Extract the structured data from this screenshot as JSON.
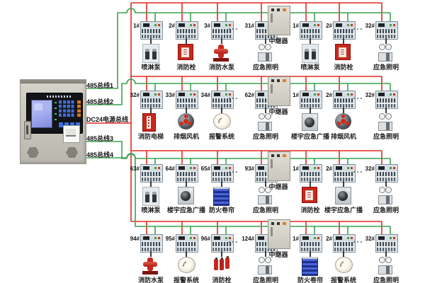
{
  "colors": {
    "wire_485": "#3aa24e",
    "wire_power": "#e02b1f"
  },
  "repeater_label": "中继器",
  "ellipsis": "- - -",
  "buses": [
    {
      "label": "485总线1"
    },
    {
      "label": "485总线2"
    },
    {
      "label": "DC24电源总线"
    },
    {
      "label": "485总线3"
    },
    {
      "label": "485总线4"
    }
  ],
  "rows": [
    {
      "left": {
        "modules": [
          {
            "id": "1#",
            "device": "喷淋泵",
            "icon": "spray-pump"
          },
          {
            "id": "2#",
            "device": "消防栓",
            "icon": "hydrant-cabinet"
          },
          {
            "id": "3#",
            "device": "消防水泵",
            "icon": "fire-hydrant"
          },
          {
            "id": "31#",
            "device": "应急照明",
            "icon": "emergency-light"
          }
        ]
      },
      "right": {
        "modules": [
          {
            "id": "1#",
            "device": "喷淋泵",
            "icon": "spray-pump"
          },
          {
            "id": "2#",
            "device": "消防栓",
            "icon": "hydrant-cabinet"
          },
          {
            "id": "32#",
            "device": "应急照明",
            "icon": "emergency-light"
          }
        ]
      }
    },
    {
      "left": {
        "modules": [
          {
            "id": "32#",
            "device": "消防电梯",
            "icon": "fire-elevator"
          },
          {
            "id": "33#",
            "device": "排烟风机",
            "icon": "exhaust-fan"
          },
          {
            "id": "34#",
            "device": "报警系统",
            "icon": "smoke-detector"
          },
          {
            "id": "62#",
            "device": "应急照明",
            "icon": "emergency-light"
          }
        ]
      },
      "right": {
        "modules": [
          {
            "id": "1#",
            "device": "楼宇应急广播",
            "icon": "broadcast-speaker"
          },
          {
            "id": "2#",
            "device": "排烟风机",
            "icon": "exhaust-fan"
          },
          {
            "id": "32#",
            "device": "应急照明",
            "icon": "emergency-light"
          }
        ]
      }
    },
    {
      "left": {
        "modules": [
          {
            "id": "63#",
            "device": "喷淋泵",
            "icon": "spray-pump"
          },
          {
            "id": "64#",
            "device": "楼宇应急广播",
            "icon": "broadcast-speaker"
          },
          {
            "id": "65#",
            "device": "防火卷帘",
            "icon": "roller-shutter"
          },
          {
            "id": "93#",
            "device": "应急照明",
            "icon": "emergency-light"
          }
        ]
      },
      "right": {
        "modules": [
          {
            "id": "1#",
            "device": "消防栓",
            "icon": "hydrant-cabinet"
          },
          {
            "id": "2#",
            "device": "楼宇应急广播",
            "icon": "broadcast-speaker"
          },
          {
            "id": "32#",
            "device": "应急照明",
            "icon": "emergency-light"
          }
        ]
      }
    },
    {
      "left": {
        "modules": [
          {
            "id": "94#",
            "device": "消防水泵",
            "icon": "fire-hydrant"
          },
          {
            "id": "95#",
            "device": "报警系统",
            "icon": "smoke-detector"
          },
          {
            "id": "96#",
            "device": "消防栓",
            "icon": "extinguishers"
          },
          {
            "id": "124#",
            "device": "应急照明",
            "icon": "emergency-light"
          }
        ]
      },
      "right": {
        "modules": [
          {
            "id": "1#",
            "device": "防火卷帘",
            "icon": "roller-shutter"
          },
          {
            "id": "2#",
            "device": "报警系统",
            "icon": "smoke-detector"
          },
          {
            "id": "32#",
            "device": "应急照明",
            "icon": "emergency-light"
          }
        ]
      }
    }
  ]
}
